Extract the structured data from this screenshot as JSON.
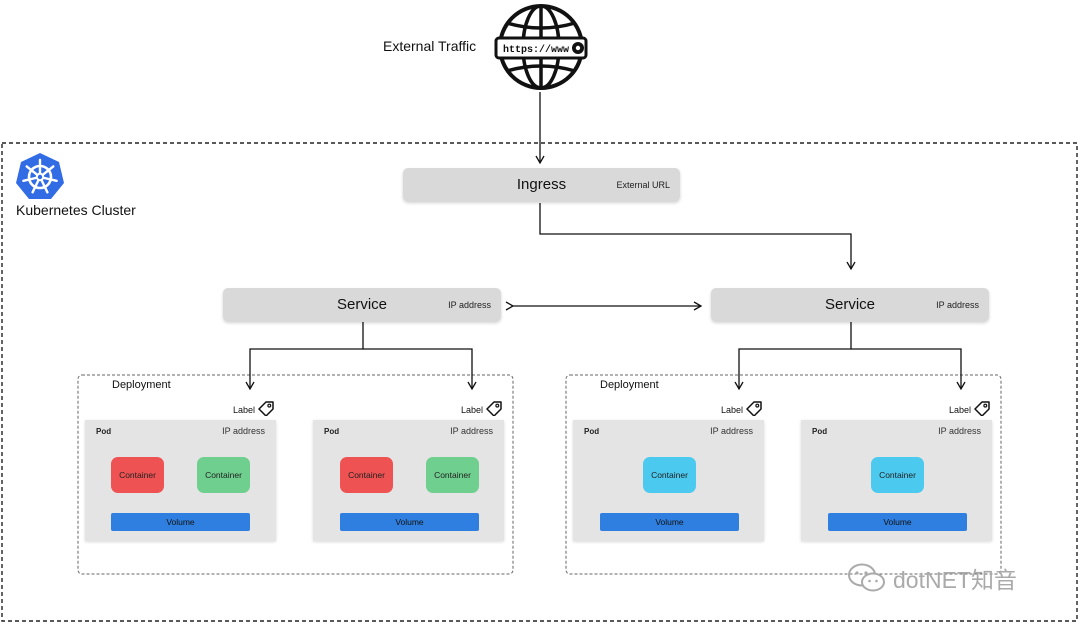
{
  "external_traffic": {
    "label": "External Traffic",
    "globe_text": "https://www",
    "icon": "globe-icon"
  },
  "cluster": {
    "label": "Kubernetes Cluster",
    "icon": "kubernetes-logo-icon"
  },
  "ingress": {
    "title": "Ingress",
    "sub": "External URL"
  },
  "services": [
    {
      "title": "Service",
      "sub": "IP address"
    },
    {
      "title": "Service",
      "sub": "IP address"
    }
  ],
  "deployments": [
    {
      "label": "Deployment"
    },
    {
      "label": "Deployment"
    }
  ],
  "label_text": "Label",
  "pods": [
    {
      "title": "Pod",
      "ip": "IP address",
      "containers": [
        "Container",
        "Container"
      ],
      "volume": "Volume"
    },
    {
      "title": "Pod",
      "ip": "IP address",
      "containers": [
        "Container",
        "Container"
      ],
      "volume": "Volume"
    },
    {
      "title": "Pod",
      "ip": "IP address",
      "containers": [
        "Container"
      ],
      "volume": "Volume"
    },
    {
      "title": "Pod",
      "ip": "IP address",
      "containers": [
        "Container"
      ],
      "volume": "Volume"
    }
  ],
  "colors": {
    "container_red": "#ee5253",
    "container_green": "#6fcf8e",
    "container_cyan": "#4cc9ef",
    "volume_blue": "#2f7fe0",
    "bar_grey": "#d9d9d9"
  },
  "watermark": {
    "text": "dotNET知音",
    "icon": "wechat-icon"
  }
}
